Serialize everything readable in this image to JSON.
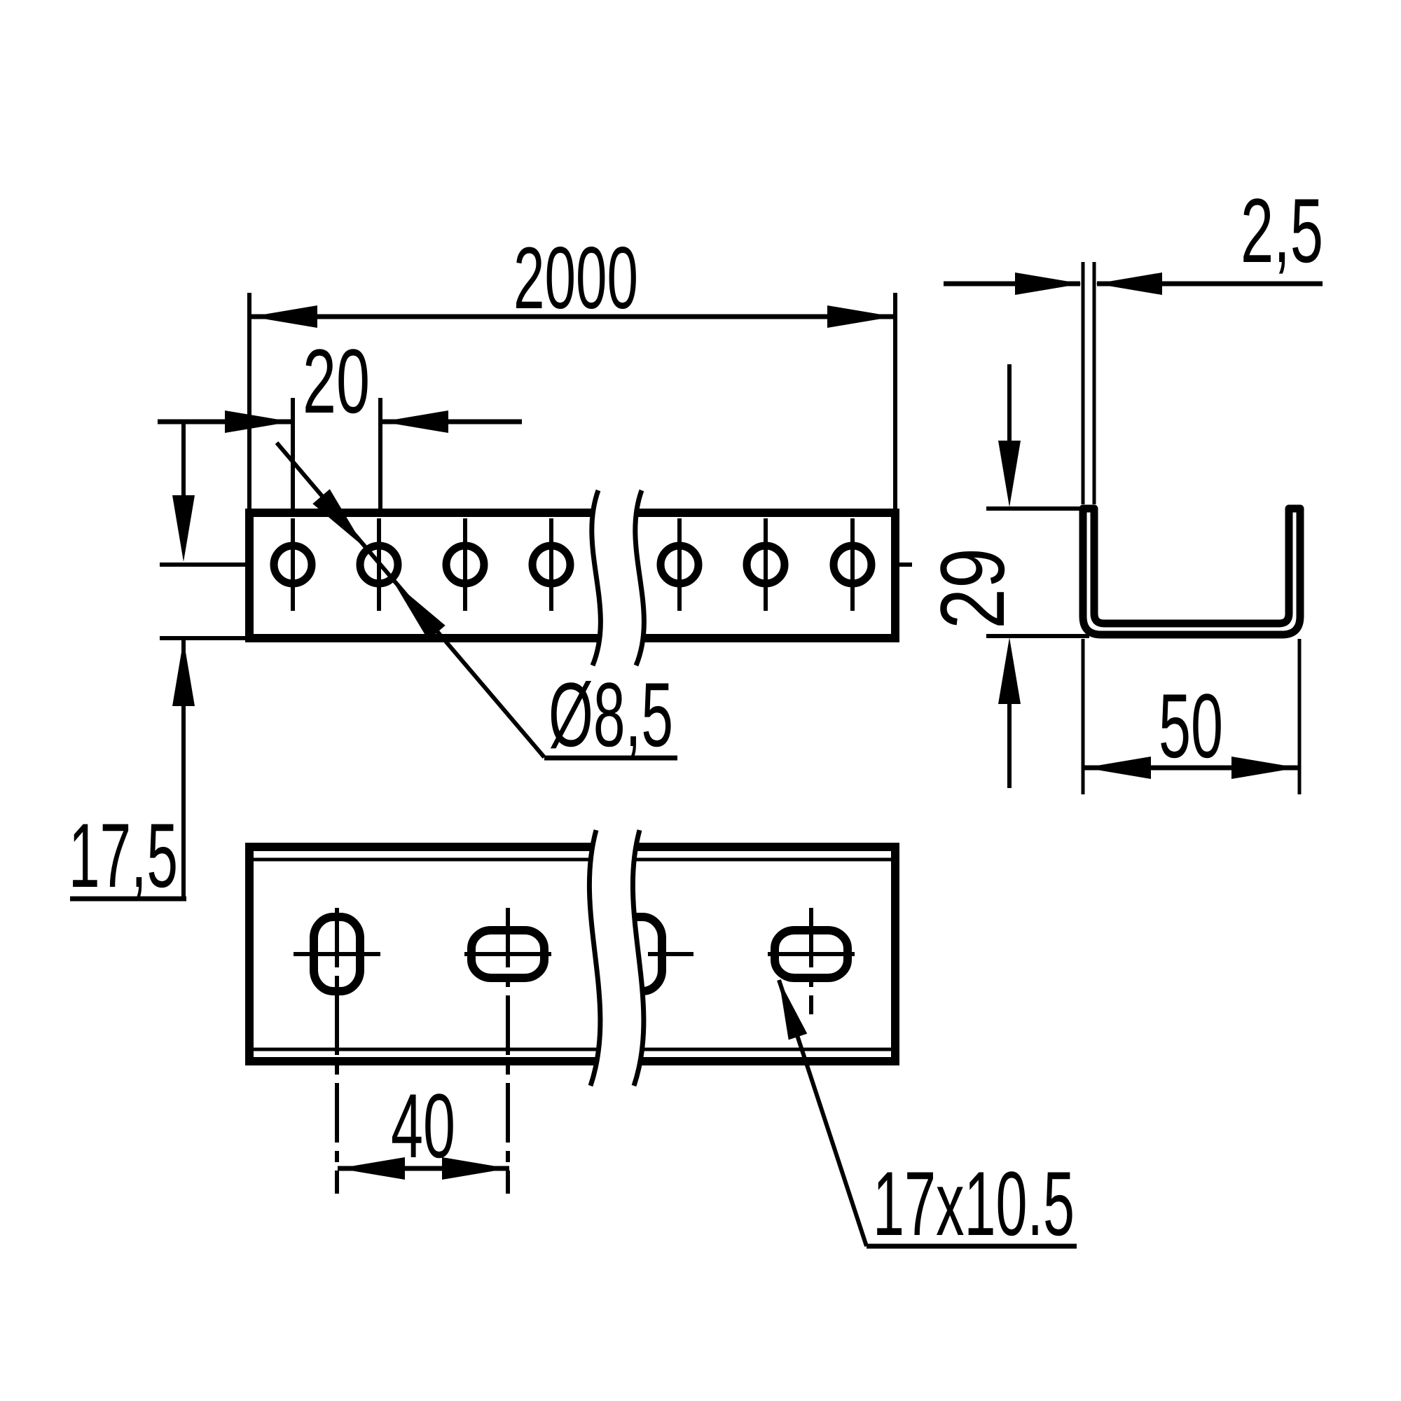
{
  "drawing": {
    "type": "technical-dimension-drawing",
    "part": "slotted strut channel rail",
    "views": {
      "side_view": "side view with round holes",
      "plan_view": "plan view with slotted holes",
      "section_view": "U-profile cross section"
    },
    "dimensions": {
      "overall_length": {
        "label": "2000"
      },
      "hole_pitch": {
        "label": "20"
      },
      "hole_diameter": {
        "label": "Ø8,5"
      },
      "hole_center_offset": {
        "label": "17,5"
      },
      "wall_thickness": {
        "label": "2,5"
      },
      "profile_height": {
        "label": "29"
      },
      "profile_width": {
        "label": "50"
      },
      "slot_pitch": {
        "label": "40"
      },
      "slot_size": {
        "label": "17x10.5"
      }
    },
    "colors": {
      "line": "#000000",
      "background": "#ffffff"
    }
  }
}
